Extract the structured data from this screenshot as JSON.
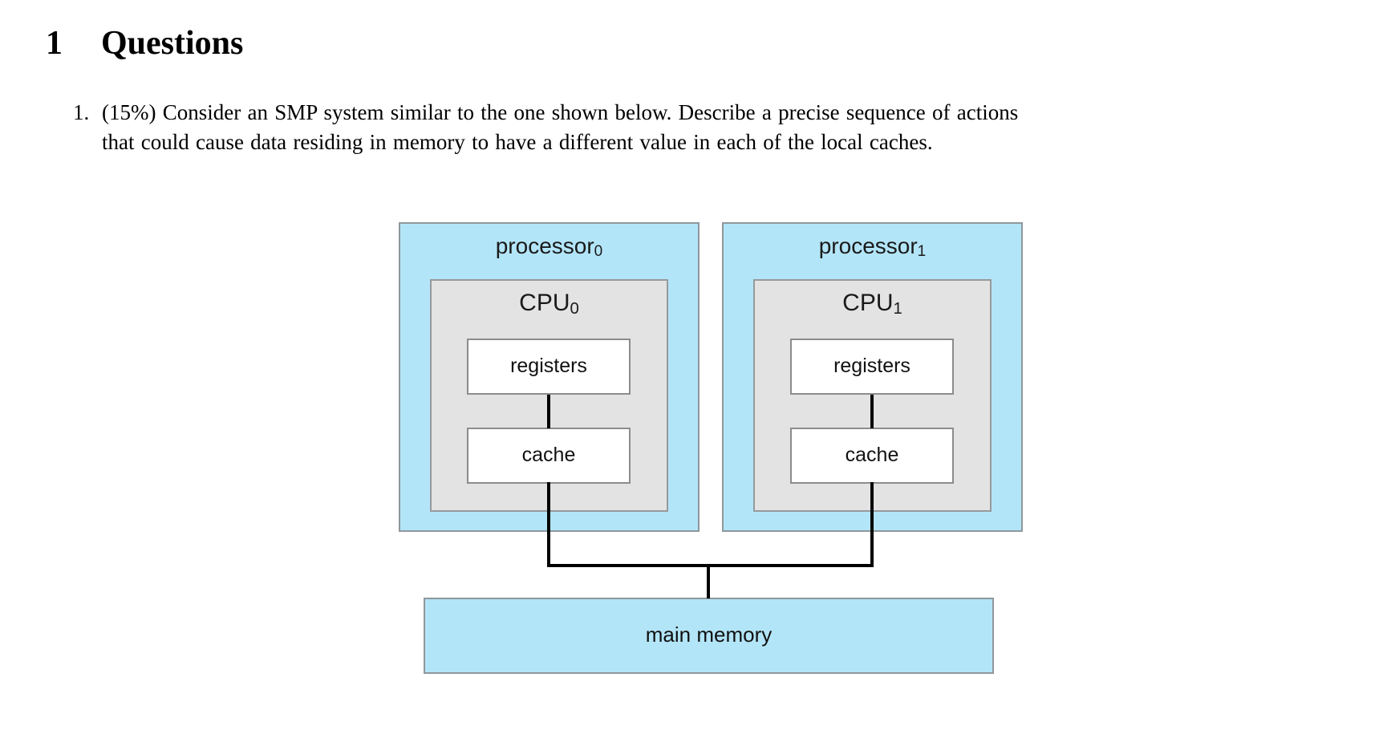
{
  "heading": {
    "number": "1",
    "title": "Questions"
  },
  "question": {
    "marker": "1.",
    "line1": "(15%) Consider an SMP system similar to the one shown below. Describe a precise sequence of actions",
    "line2": "that could cause data residing in memory to have a different value in each of the local caches."
  },
  "diagram": {
    "colors": {
      "processor_fill": "#b3e5f8",
      "cpu_fill": "#e3e3e3",
      "box_border": "#8f979c",
      "cpu_border": "#97999b",
      "inner_border": "#8c8c8c",
      "line": "#000000"
    },
    "processors": [
      {
        "label_base": "processor",
        "label_sub": "0",
        "cpu_base": "CPU",
        "cpu_sub": "0",
        "registers_label": "registers",
        "cache_label": "cache"
      },
      {
        "label_base": "processor",
        "label_sub": "1",
        "cpu_base": "CPU",
        "cpu_sub": "1",
        "registers_label": "registers",
        "cache_label": "cache"
      }
    ],
    "memory_label": "main memory"
  }
}
